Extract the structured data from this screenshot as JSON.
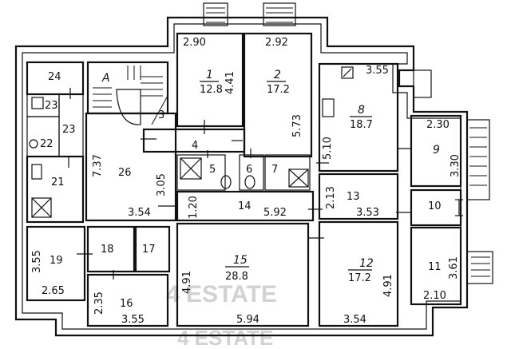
{
  "plan": {
    "watermark_main": "4 ESTATE",
    "watermark_bottom": "4 ESTATE",
    "stair_letter": "A",
    "rooms": [
      {
        "id": "r1",
        "number": "1",
        "area": "12.8",
        "dims": [
          "2.90",
          "4.41"
        ]
      },
      {
        "id": "r2",
        "number": "2",
        "area": "17.2",
        "dims": [
          "2.92",
          "5.73"
        ]
      },
      {
        "id": "r3",
        "number": "3"
      },
      {
        "id": "r4",
        "number": "4"
      },
      {
        "id": "r5",
        "number": "5"
      },
      {
        "id": "r6",
        "number": "6"
      },
      {
        "id": "r7",
        "number": "7"
      },
      {
        "id": "r8",
        "number": "8",
        "area": "18.7",
        "dims": [
          "3.55",
          "5.10"
        ]
      },
      {
        "id": "r9",
        "number": "9",
        "dims": [
          "2.30",
          "3.30"
        ]
      },
      {
        "id": "r10",
        "number": "10"
      },
      {
        "id": "r11",
        "number": "11",
        "dims": [
          "3.61",
          "2.10"
        ]
      },
      {
        "id": "r12",
        "number": "12",
        "area": "17.2",
        "dims": [
          "3.54",
          "4.91"
        ]
      },
      {
        "id": "r13",
        "number": "13",
        "dims": [
          "2.13",
          "3.53"
        ]
      },
      {
        "id": "r14",
        "number": "14",
        "dims": [
          "1.20",
          "5.92"
        ]
      },
      {
        "id": "r15",
        "number": "15",
        "area": "28.8",
        "dims": [
          "4.91",
          "5.94"
        ]
      },
      {
        "id": "r16",
        "number": "16",
        "dims": [
          "2.35",
          "3.55"
        ]
      },
      {
        "id": "r17",
        "number": "17"
      },
      {
        "id": "r18",
        "number": "18"
      },
      {
        "id": "r19",
        "number": "19",
        "dims": [
          "3.55",
          "2.65"
        ]
      },
      {
        "id": "r21",
        "number": "21"
      },
      {
        "id": "r22",
        "number": "22"
      },
      {
        "id": "r23a",
        "number": "23"
      },
      {
        "id": "r23b",
        "number": "23"
      },
      {
        "id": "r24",
        "number": "24"
      },
      {
        "id": "r26",
        "number": "26",
        "dims": [
          "7.37",
          "3.05",
          "3.54"
        ]
      }
    ]
  }
}
